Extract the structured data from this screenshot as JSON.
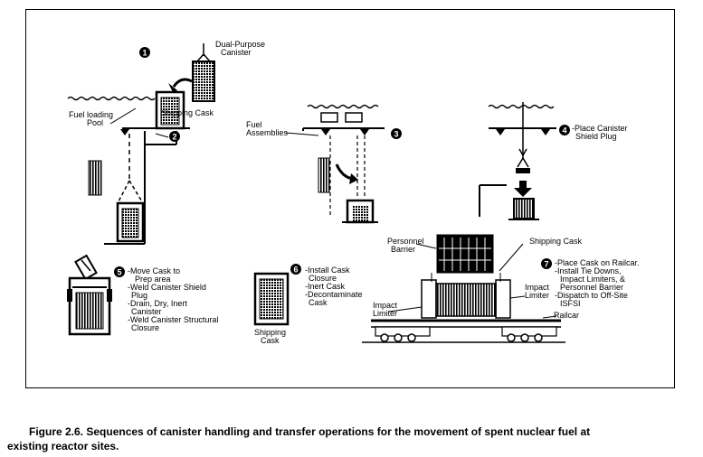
{
  "labels": {
    "dual_purpose_1": "Dual-Purpose",
    "dual_purpose_2": "Canister",
    "shipping_cask_1": "Shipping Cask",
    "fuel_loading_1": "Fuel loading",
    "fuel_loading_2": "Pool",
    "fuel_assemblies_1": "Fuel",
    "fuel_assemblies_2": "Assemblies",
    "place_plug_1": "-Place Canister",
    "place_plug_2": "Shield Plug",
    "personnel_barrier_1": "Personnel",
    "personnel_barrier_2": "Barrier",
    "shipping_cask_7": "Shipping Cask",
    "impact_limiter_left_1": "Impact",
    "impact_limiter_left_2": "Limiter",
    "impact_limiter_right_1": "Impact",
    "impact_limiter_right_2": "Limiter",
    "railcar": "Railcar",
    "step5_lines": [
      "-Move Cask to",
      "Prep area",
      "-Weld Canister Shield",
      "Plug",
      "-Drain, Dry, Inert",
      "Canister",
      "-Weld Canister Structural",
      "Closure"
    ],
    "step6_lines": [
      "-Install Cask",
      "Closure",
      "-Inert Cask",
      "-Decontaminate",
      "Cask"
    ],
    "shipping_cask_6_1": "Shipping",
    "shipping_cask_6_2": "Cask",
    "step7_lines": [
      "-Place Cask on Railcar.",
      "-Install Tie Downs,",
      "Impact Limiters, &",
      "Personnel Barrier",
      "-Dispatch to Off-Site",
      "ISFSI"
    ]
  },
  "steps": [
    "1",
    "2",
    "3",
    "4",
    "5",
    "6",
    "7"
  ],
  "caption": {
    "line1": "Figure 2.6. Sequences of canister handling and transfer operations for the movement of spent nuclear fuel at",
    "line2": "existing reactor sites."
  }
}
